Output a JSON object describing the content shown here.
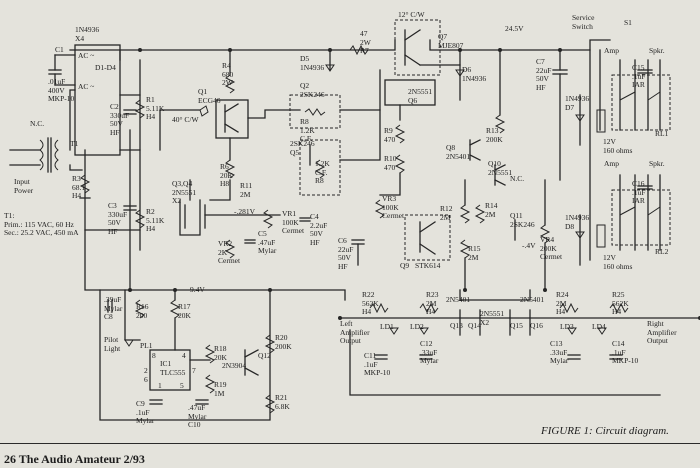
{
  "components": {
    "t1": {
      "name": "T1",
      "top": "N.C."
    },
    "input_power": "Input\nPower",
    "t1_spec": "T1:\nPrim.: 115 VAC, 60 Hz\nSec.: 25.2 VAC, 450 mA",
    "c1": "C1",
    "x4": "1N4936\nX4",
    "bridge": "D1-D4",
    "ac1": "AC ~",
    "ac2": "AC ~",
    "c1_val": ".01uF\n400V\nMKP-10",
    "r3": "R3\n68.1\nH4",
    "c2": "C2\n330uF\n50V\nHF",
    "c3": "C3\n330uF\n50V\nHF",
    "r1": "R1\n5.11K\nH4",
    "r2": "R2\n5.11K\nH4",
    "r4": "R4\n680\n2W",
    "q1": "Q1\nECG46",
    "temp40": "40° C/W",
    "r6": "R6\n20K\nH8",
    "q3q4": "Q3,Q4\n2N5551\nX2",
    "r11": "R11\n2M",
    "v281": "-.281V",
    "vr1": "VR1\n100K\nCermet",
    "c4": "C4\n2.2uF\n50V\nHF",
    "vr2": "VR2\n2K\nCermet",
    "c5": "C5\n.47uF\nMylar",
    "d5": "D5\n1N4936",
    "r7": "47\n2W\nR7",
    "q2": "Q2\n2SK246",
    "r8": "R8\n1.2K\nC.F.",
    "q5": "2SK246\nQ5",
    "r8b": "1.2K\nC.F.\nR8",
    "temp12": "12° C/W",
    "q7": "Q7\nMJE807",
    "q6": "2N5551\nQ6",
    "d6": "D6\n1N4936",
    "v245": "24.5V",
    "r9": "R9\n470",
    "r10": "R10\n470",
    "vr3": "VR3\n100K\nCermet",
    "c6": "C6\n22uF\n50V\nHF",
    "q9": "Q9",
    "stk": "STK614",
    "r12": "R12\n2M",
    "r14": "R14\n2M",
    "r15": "R15\n2M",
    "q8": "Q8\n2N5401",
    "r13": "R13\n200K",
    "q10": "Q10\n2N5551",
    "nc": "N.C.",
    "q11": "Q11\n2SK246",
    "vr4": "VR4\n200K\nCermet",
    "v4": "-.4V",
    "c7": "C7\n22uF\n50V\nHF",
    "service": "Service\nSwitch",
    "s1": "S1",
    "amp1": "Amp",
    "spkr1": "Spkr.",
    "c15": "C15\n.1uF\nIAR",
    "d7": "1N4936\nD7",
    "rl1": "RL1",
    "relay1": "12V\n160 ohms",
    "amp2": "Amp",
    "spkr2": "Spkr.",
    "c16": "C16\n.1uF\nIAR",
    "d8": "1N4936\nD8",
    "rl2": "RL2",
    "relay2": "12V\n160 ohms",
    "c8": ".39uF\nMylar\nC8",
    "r16": "R16\n200",
    "r17": "R17\n20K",
    "v94": "9.4V",
    "pilot": "Pilot\nLight",
    "pl1": "PL1",
    "ic1": "IC1\nTLC555",
    "pin8": "8",
    "pin4": "4",
    "pin2": "2",
    "pin6": "6",
    "pin7": "7",
    "pin1": "1",
    "pin5": "5",
    "r18": "R18\n20K",
    "q12": "2N3904",
    "q12b": "Q12",
    "r19": "R19\n1M",
    "c9": "C9\n.1uF\nMylar",
    "c10": ".47uF\nMylar\nC10",
    "r20": "R20\n200K",
    "r21": "R21\n6.8K",
    "left_out": "Left\nAmplifier\nOutput",
    "r22": "R22\n562K\nH4",
    "ld1": "LD1",
    "ld2": "LD2",
    "c11": "C11\n.1uF\nMKP-10",
    "c12": "C12\n.33uF\nMylar",
    "r23": "R23\n2M\nH4",
    "q13": "Q13",
    "q14": "Q14",
    "q15": "Q15",
    "q16": "Q16",
    "q13_type": "2N5401",
    "q14_type": "2N5551\nX2",
    "q16_type": "2N5401",
    "r24": "R24\n2M\nH4",
    "r25": "R25\n562K\nH4",
    "right_out": "Right\nAmplifier\nOutput",
    "ld3": "LD3",
    "ld4": "LD4",
    "c13": "C13\n.33uF\nMylar",
    "c14": "C14\n.1uF\nMKP-10"
  },
  "caption": "FIGURE 1: Circuit diagram.",
  "footer": "26  The Audio Amateur 2/93"
}
